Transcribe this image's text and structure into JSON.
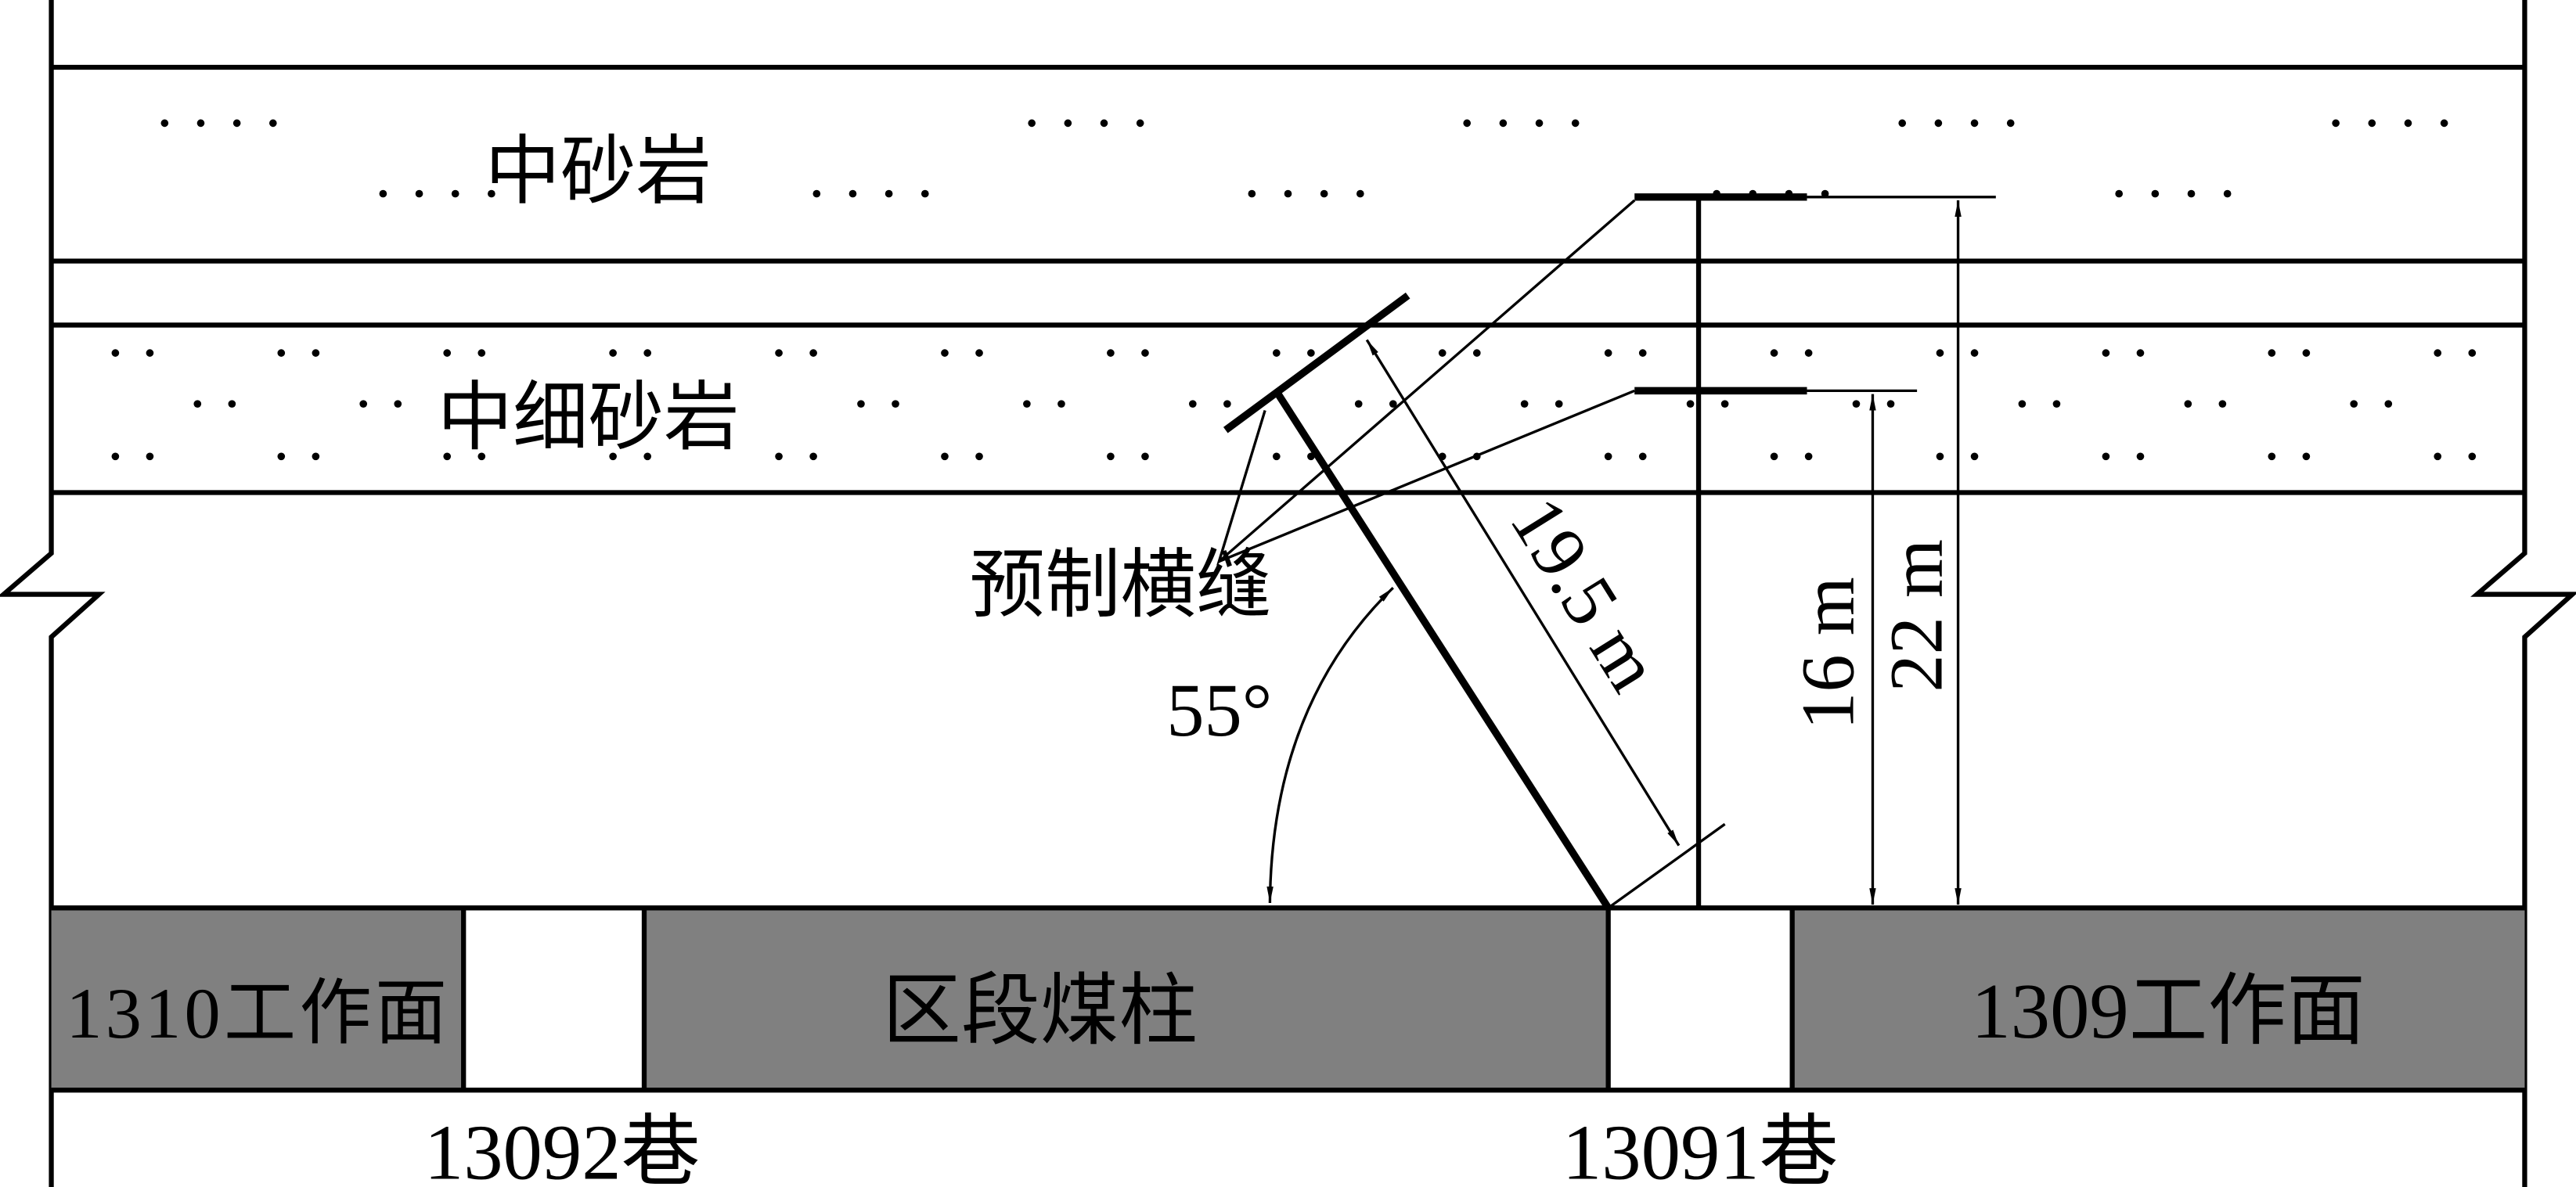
{
  "layers": {
    "medium_sandstone": "中砂岩",
    "medium_fine_sandstone": "中细砂岩"
  },
  "annotations": {
    "precut_slot": "预制横缝",
    "angle": "55°",
    "inclined_length": "19.5 m",
    "height_16": "16 m",
    "height_22": "22 m"
  },
  "coal_seam": {
    "left_face": "1310工作面",
    "pillar": "区段煤柱",
    "right_face": "1309工作面"
  },
  "roadways": {
    "left": "13092巷",
    "right": "13091巷"
  },
  "colors": {
    "coal": "#808080",
    "line": "#000000"
  }
}
